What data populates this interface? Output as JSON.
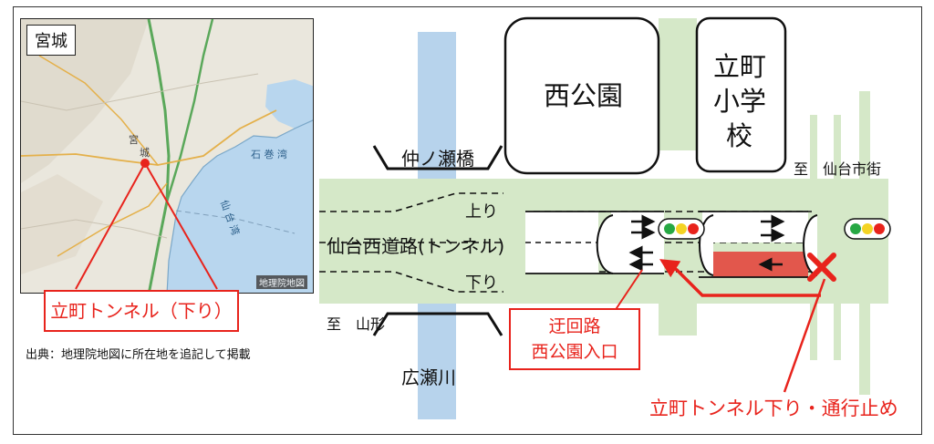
{
  "inset": {
    "title": "宮城",
    "map_labels": {
      "miya": "宮",
      "shiro": "城",
      "ishinomaki_bay": "石 巻 湾",
      "sendai_bay": "仙 台 湾"
    },
    "credit_tag": "地理院地図",
    "callout": "立町トンネル（下り）"
  },
  "source_note": "出典：地理院地図に所在地を追記して掲載",
  "diagram": {
    "buildings": {
      "park": "西公園",
      "school_line1": "立町",
      "school_line2": "小学",
      "school_line3": "校"
    },
    "bridge": "仲ノ瀬橋",
    "to_sendai": "至　仙台市街",
    "to_yamagata": "至　山形",
    "road_name": "仙台西道路(トンネル)",
    "up_label": "上り",
    "down_label": "下り",
    "river": "広瀬川",
    "detour_line1": "迂回路",
    "detour_line2": "西公園入口",
    "closure": "立町トンネル下り・通行止め"
  },
  "colors": {
    "road": "#d5e8c8",
    "river": "#b7d3ec",
    "closure_red": "#e8231c",
    "closed_lane": "#e2574c"
  }
}
